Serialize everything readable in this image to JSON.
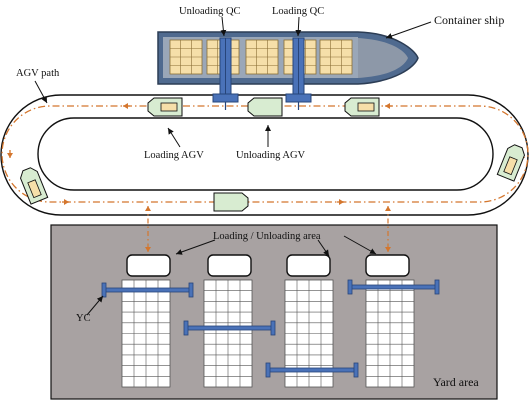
{
  "labels": {
    "unloading_qc": "Unloading QC",
    "loading_qc": "Loading QC",
    "container_ship": "Container ship",
    "agv_path": "AGV path",
    "loading_agv": "Loading AGV",
    "unloading_agv": "Unloading AGV",
    "loading_unloading_area": "Loading / Unloading area",
    "yc": "YC",
    "yard_area": "Yard area"
  },
  "colors": {
    "ship_hull": "#4f6a8f",
    "ship_deck": "#9aa7b8",
    "container_fill": "#f6dfa9",
    "crane": "#4a72b8",
    "agv_fill": "#d8ecd1",
    "agv_cargo": "#f6dfa9",
    "path_arrow": "#d4762d",
    "yard_bg": "#a8a2a2",
    "block_fill": "#ffffff",
    "block_line": "#555555"
  }
}
